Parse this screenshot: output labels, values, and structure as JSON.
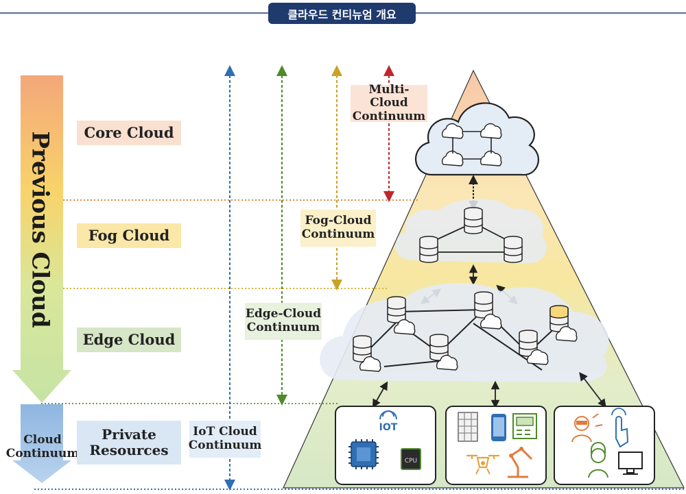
{
  "header": {
    "title": "클라우드 컨티뉴엄 개요"
  },
  "left_arrow": {
    "label": "Previous Cloud",
    "bottom_label": "Cloud Continuum"
  },
  "layers": [
    {
      "label": "Core Cloud",
      "color": "#f9e0d0"
    },
    {
      "label": "Fog Cloud",
      "color": "#fbe8a8"
    },
    {
      "label": "Edge Cloud",
      "color": "#d6e6c6"
    },
    {
      "label": "Private Resources",
      "color": "#d9e6f4"
    }
  ],
  "continuums": [
    {
      "label": "Multi-Cloud Continuum",
      "color": "#c0272d"
    },
    {
      "label": "Fog-Cloud Continuum",
      "color": "#c9a227"
    },
    {
      "label": "Edge-Cloud Continuum",
      "color": "#4f8a2b"
    },
    {
      "label": "IoT Cloud Continuum",
      "color": "#2f6fb3"
    }
  ],
  "device_icons": {
    "box1": [
      "iot-icon",
      "chip-icon",
      "cpu-icon"
    ],
    "box2": [
      "server-rack-icon",
      "phone-icon",
      "machine-icon",
      "drone-icon",
      "robot-arm-icon"
    ],
    "box3": [
      "vr-user-icon",
      "touch-hand-icon",
      "headset-user-icon",
      "monitor-icon"
    ]
  },
  "cpu_text": "CPU",
  "iot_text": "IOT"
}
